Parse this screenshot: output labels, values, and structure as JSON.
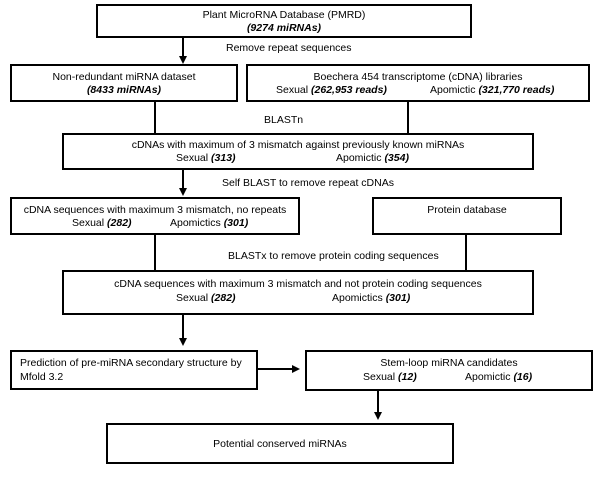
{
  "box_pmrd": {
    "title": "Plant MicroRNA Database (PMRD)",
    "count": "(9274 miRNAs)"
  },
  "step_remove_repeat": "Remove repeat sequences",
  "box_nonredundant": {
    "title": "Non-redundant miRNA dataset",
    "count": "(8433 miRNAs)"
  },
  "box_boechera": {
    "title": "Boechera 454 transcriptome (cDNA) libraries",
    "sexual_label": "Sexual",
    "sexual_count": "(262,953 reads)",
    "apomictic_label": "Apomictic",
    "apomictic_count": "(321,770 reads)"
  },
  "step_blastn": "BLASTn",
  "box_cdna_mismatch": {
    "title": "cDNAs with maximum of 3 mismatch against  previously known miRNAs",
    "sexual_label": "Sexual",
    "sexual_count": "(313)",
    "apomictic_label": "Apomictic",
    "apomictic_count": "(354)"
  },
  "step_self_blast": "Self BLAST to remove repeat cDNAs",
  "box_no_repeats": {
    "title": "cDNA sequences with maximum 3 mismatch, no repeats",
    "sexual_label": "Sexual",
    "sexual_count": "(282)",
    "apomictic_label": "Apomictics",
    "apomictic_count": "(301)"
  },
  "box_protein_db": {
    "title": "Protein database"
  },
  "step_blastx": "BLASTx to remove protein coding sequences",
  "box_non_coding": {
    "title": "cDNA sequences with maximum 3 mismatch and not protein coding sequences",
    "sexual_label": "Sexual",
    "sexual_count": "(282)",
    "apomictic_label": "Apomictics",
    "apomictic_count": "(301)"
  },
  "box_prediction": {
    "line1": "Prediction of pre-miRNA secondary structure by",
    "line2": "Mfold 3.2"
  },
  "box_stemloop": {
    "title": "Stem-loop miRNA candidates",
    "sexual_label": "Sexual",
    "sexual_count": "(12)",
    "apomictic_label": "Apomictic",
    "apomictic_count": "(16)"
  },
  "box_potential": {
    "title": "Potential conserved miRNAs"
  }
}
